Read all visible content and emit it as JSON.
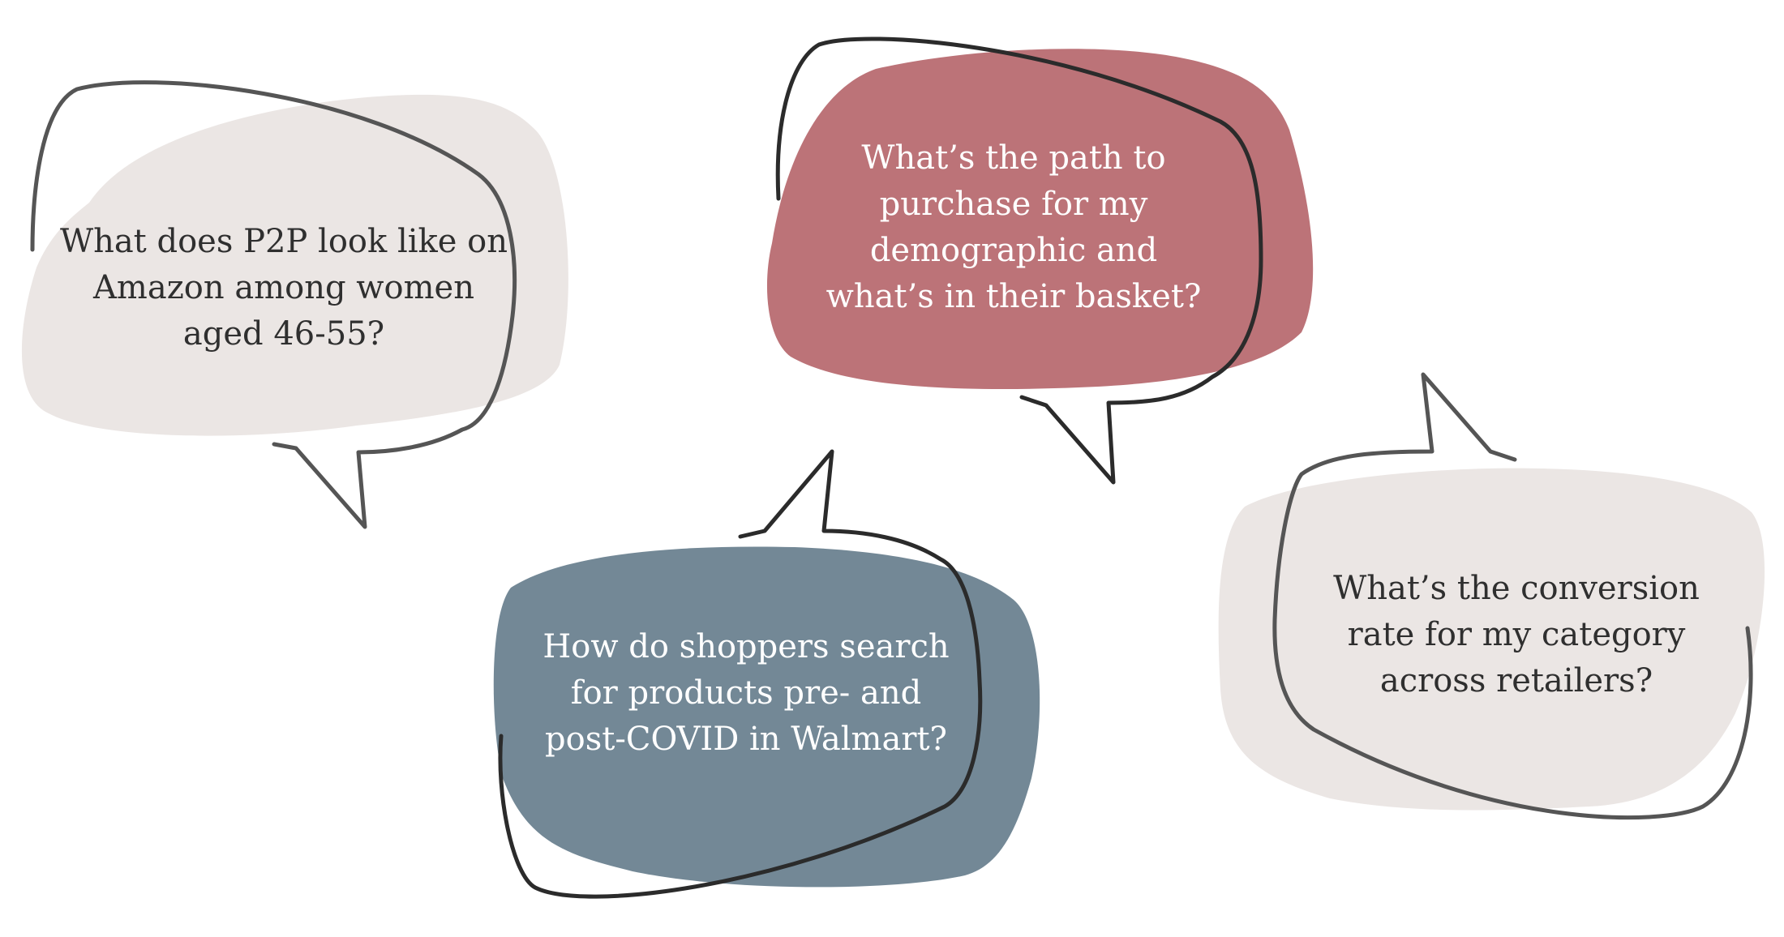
{
  "bubbles": [
    {
      "id": "p2p-amazon",
      "text": "What does P2P look like on Amazon among women aged 46-55?",
      "lines": [
        "What does P2P look like on",
        "Amazon among women",
        "aged 46-55?"
      ],
      "fill": "#ebe6e4",
      "text_color": "#2f2f2f",
      "outline_color": "#555555"
    },
    {
      "id": "path-to-purchase",
      "text": "What’s the path to purchase for my demographic and what’s in their basket?",
      "lines": [
        "What’s the path to",
        "purchase for my",
        "demographic and",
        "what’s in their basket?"
      ],
      "fill": "#bc7378",
      "text_color": "#ffffff",
      "outline_color": "#2b2b2b"
    },
    {
      "id": "shopper-search",
      "text": "How do shoppers search for products pre- and post-COVID in Walmart?",
      "lines": [
        "How do shoppers search",
        "for products pre- and",
        "post-COVID in Walmart?"
      ],
      "fill": "#738896",
      "text_color": "#ffffff",
      "outline_color": "#2b2b2b"
    },
    {
      "id": "conversion-rate",
      "text": "What’s the conversion rate for my category across retailers?",
      "lines": [
        "What’s the conversion",
        "rate for my category",
        "across retailers?"
      ],
      "fill": "#ebe6e4",
      "text_color": "#2f2f2f",
      "outline_color": "#555555"
    }
  ]
}
